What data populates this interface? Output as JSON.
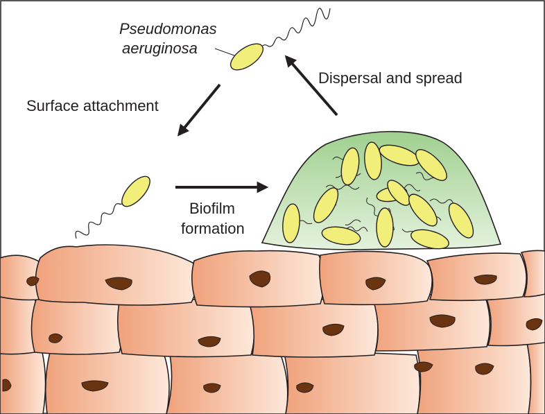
{
  "labels": {
    "organism_line1": "Pseudomonas",
    "organism_line2": "aeruginosa",
    "attachment": "Surface attachment",
    "dispersal": "Dispersal and spread",
    "biofilm_line1": "Biofilm",
    "biofilm_line2": "formation"
  },
  "colors": {
    "bacterium": "#f2ee7a",
    "biofilm_matrix": "#a8d49a",
    "cell_light": "#fde6d8",
    "cell_dark": "#f0a27c",
    "nucleus": "#6b3410",
    "arrow": "#231f20"
  }
}
